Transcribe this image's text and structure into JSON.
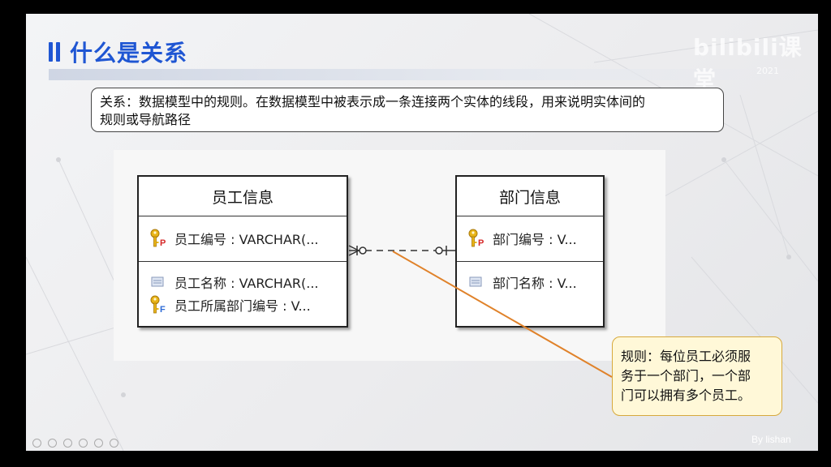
{
  "title": "什么是关系",
  "definition": {
    "line1": "关系：数据模型中的规则。在数据模型中被表示成一条连接两个实体的线段，用来说明实体间的",
    "line2": "规则或导航路径"
  },
  "diagram": {
    "employee": {
      "title": "员工信息",
      "pk_attr": "员工编号 : VARCHAR(...",
      "attrs": [
        "员工名称 : VARCHAR(...",
        "员工所属部门编号 : V..."
      ]
    },
    "department": {
      "title": "部门信息",
      "pk_attr": "部门编号 : V...",
      "attrs": [
        "部门名称 : V..."
      ]
    },
    "relationship_line_color": "#333333",
    "callout_line_color": "#e0822a"
  },
  "rule_note": {
    "line1": "规则：每位员工必须服",
    "line2": "务于一个部门，一个部",
    "line3": "门可以拥有多个员工。"
  },
  "brand": {
    "logo": "bilibili课堂",
    "year": "2021"
  },
  "author": "By lishan",
  "colors": {
    "title_blue": "#1f56d3",
    "note_fill": "#fff8d8",
    "note_border": "#d7a93c"
  }
}
